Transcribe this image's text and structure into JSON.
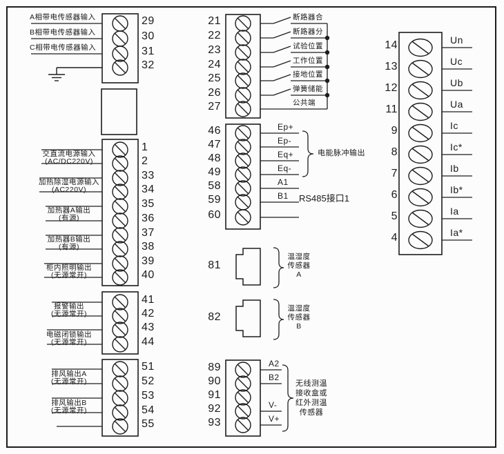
{
  "colors": {
    "line": "#1c1c1c",
    "text": "#1a1a1a",
    "background": "#fcfcfc"
  },
  "icons": {
    "terminal_screw": "circle-with-diagonal-slash",
    "ground": "earth-ground-symbol",
    "sensor_port": "modular-jack-outline",
    "switch_contact": "open-contact-blade",
    "junction": "filled-dot",
    "group_brace": "curly-brace"
  },
  "left_column": {
    "sensor_block": {
      "terminals": [
        {
          "num": "29",
          "label": "A相带电传感器输入"
        },
        {
          "num": "30",
          "label": "B相带电传感器输入"
        },
        {
          "num": "31",
          "label": "C相带电传感器输入"
        },
        {
          "num": "32"
        }
      ]
    },
    "power_block": {
      "terminals": [
        "1",
        "2",
        "33",
        "34",
        "35",
        "36",
        "37",
        "38",
        "39",
        "40"
      ],
      "labels": [
        {
          "line1": "交直流电源输入",
          "line2": "(AC/DC220V)"
        },
        {
          "line1": "加热除湿电源输入",
          "line2": "(AC220V)"
        },
        {
          "line1": "加热器A输出",
          "line2": "(有源)"
        },
        {
          "line1": "加热器B输出",
          "line2": "(有源)"
        },
        {
          "line1": "柜内照明输出",
          "line2": "(无源常开)"
        }
      ]
    },
    "relay_block": {
      "terminals": [
        "41",
        "42",
        "43",
        "44"
      ],
      "labels": [
        {
          "line1": "报警输出",
          "line2": "(无源常开)"
        },
        {
          "line1": "电磁闭锁输出",
          "line2": "(无源常开)"
        }
      ]
    },
    "fan_block": {
      "terminals": [
        "51",
        "52",
        "53",
        "54",
        "55"
      ],
      "labels": [
        {
          "line1": "排风输出A",
          "line2": "(无源常开)"
        },
        {
          "line1": "排风输出B",
          "line2": "(无源常开)"
        }
      ]
    }
  },
  "middle_column": {
    "breaker_block": {
      "terminals": [
        "21",
        "22",
        "23",
        "24",
        "25",
        "26",
        "27"
      ],
      "signals": [
        "断路器合",
        "断路器分",
        "试验位置",
        "工作位置",
        "接地位置",
        "弹簧储能",
        "公共端"
      ]
    },
    "pulse_block": {
      "terminals": [
        "46",
        "47",
        "48",
        "49",
        "58",
        "59",
        "60"
      ],
      "signals": [
        "Ep+",
        "Ep-",
        "Eq+",
        "Eq-",
        "A1",
        "B1"
      ],
      "pulse_group_label": "电能脉冲输出",
      "rs485_label": "RS485接口1"
    },
    "humidity_sensors": [
      {
        "num": "81",
        "label_lines": [
          "温湿度",
          "传感器",
          "A"
        ]
      },
      {
        "num": "82",
        "label_lines": [
          "温湿度",
          "传感器",
          "B"
        ]
      }
    ],
    "wireless_block": {
      "terminals": [
        "89",
        "90",
        "91",
        "92",
        "93"
      ],
      "signals": [
        "A2",
        "B2",
        "V-",
        "V+"
      ],
      "group_label_lines": [
        "无线测温",
        "接收盒或",
        "红外测温",
        "传感器"
      ]
    }
  },
  "right_column": {
    "terminals": [
      {
        "num": "14",
        "label": "Un"
      },
      {
        "num": "13",
        "label": "Uc"
      },
      {
        "num": "12",
        "label": "Ub"
      },
      {
        "num": "11",
        "label": "Ua"
      },
      {
        "num": "9",
        "label": "Ic"
      },
      {
        "num": "8",
        "label": "Ic*"
      },
      {
        "num": "7",
        "label": "Ib"
      },
      {
        "num": "6",
        "label": "Ib*"
      },
      {
        "num": "5",
        "label": "Ia"
      },
      {
        "num": "4",
        "label": "Ia*"
      }
    ]
  }
}
